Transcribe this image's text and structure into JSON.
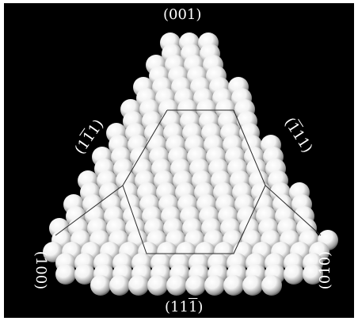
{
  "figure": {
    "background": "#000000",
    "atom_color": "#ffffff",
    "labels": {
      "top": {
        "pre": "(001)",
        "over": "",
        "post": ""
      },
      "upper_left": {
        "pre": "(1",
        "over": "1",
        "post": "1)"
      },
      "upper_right": {
        "pre": "(",
        "over": "1",
        "post": "11)"
      },
      "lower_left": {
        "pre": "(100)",
        "over": "",
        "post": ""
      },
      "lower_right": {
        "pre": "(010)",
        "over": "",
        "post": ""
      },
      "bottom": {
        "pre": "(11",
        "over": "1",
        "post": ")"
      }
    }
  }
}
